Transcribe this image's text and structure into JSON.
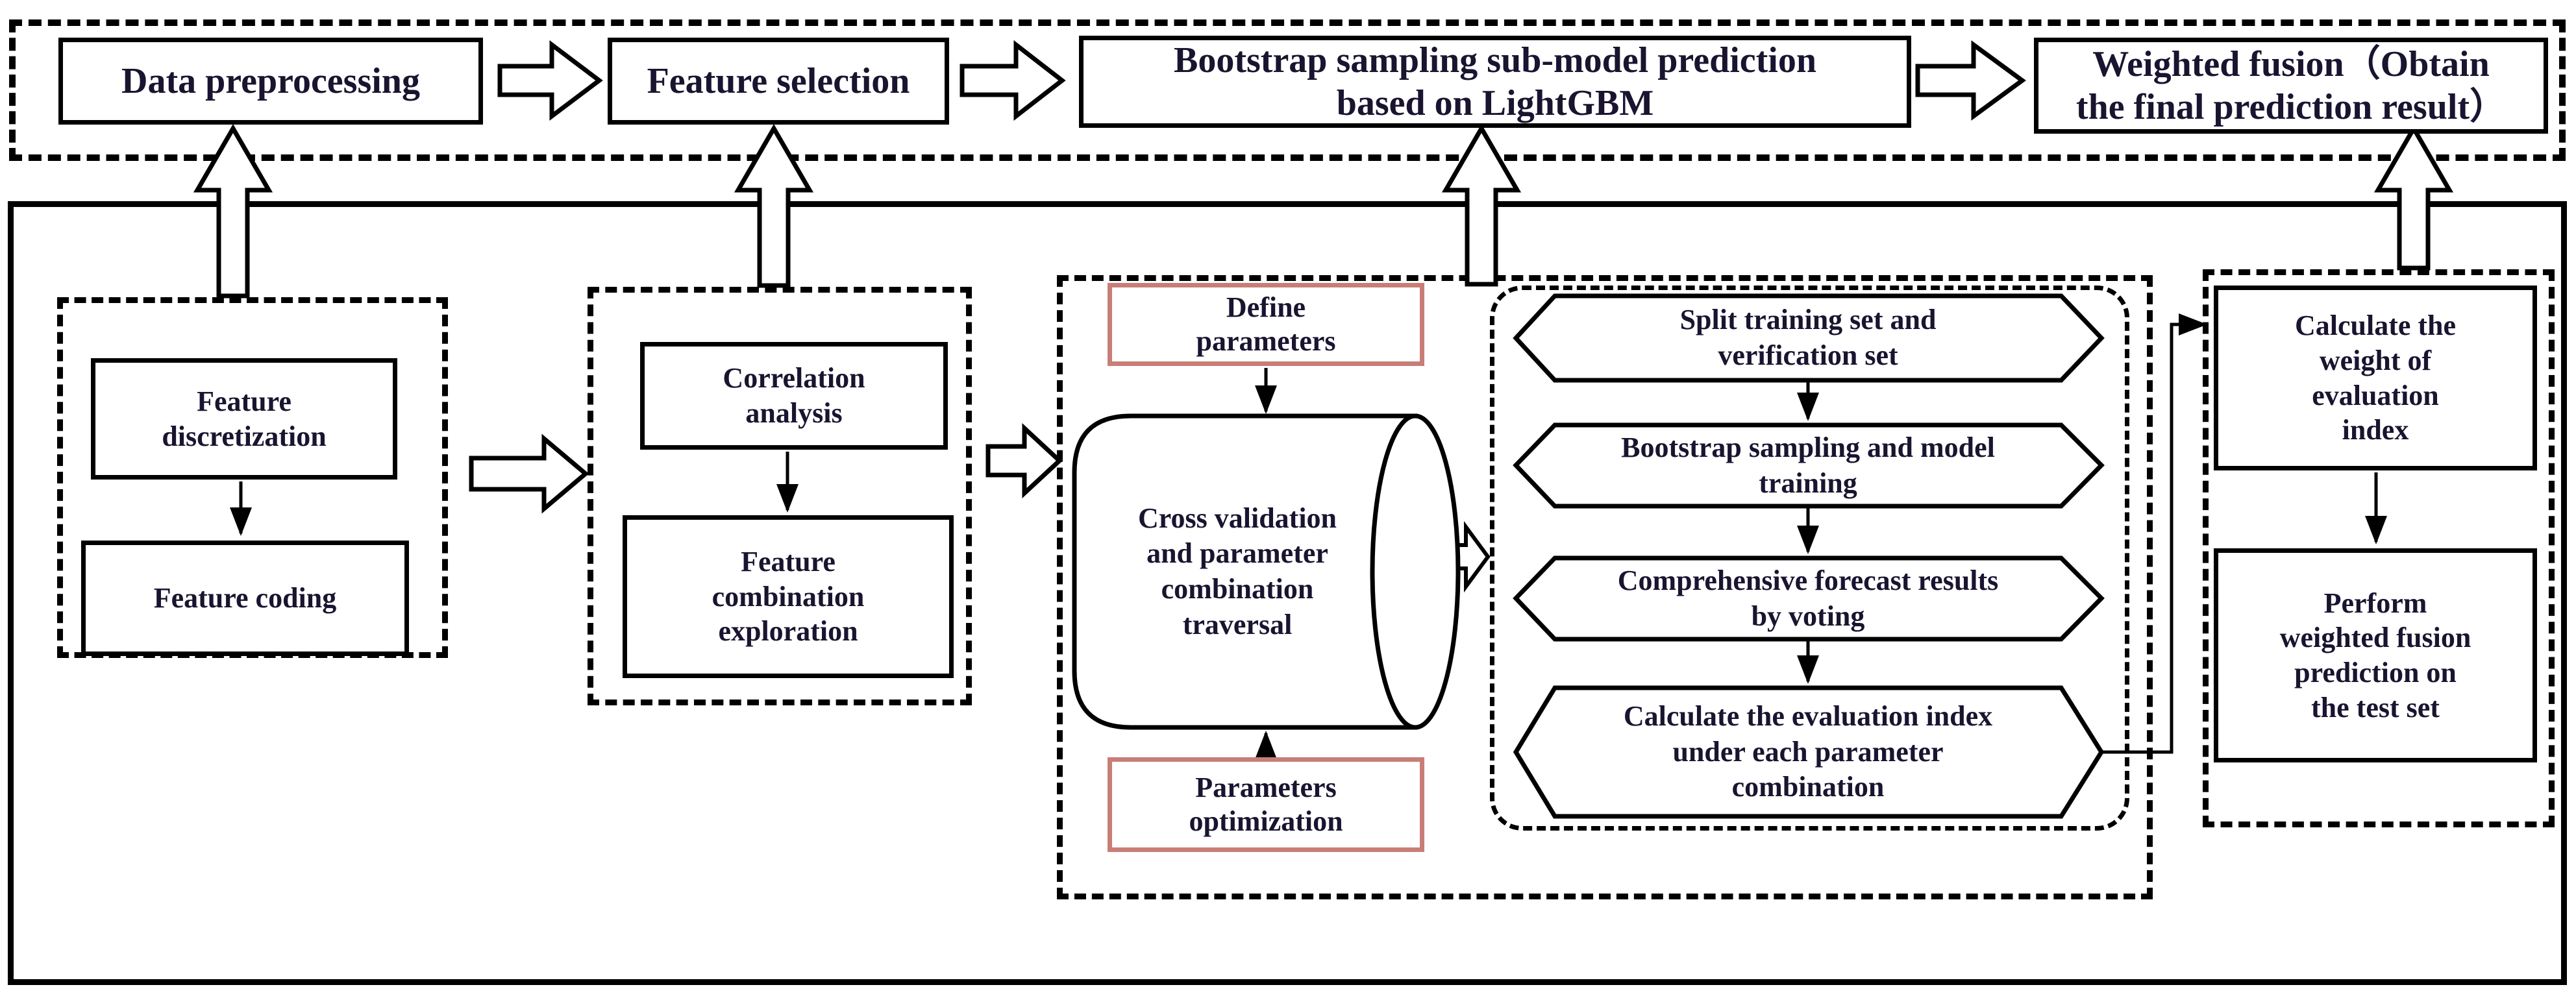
{
  "colors": {
    "ink": "#1a1430",
    "line": "#000000",
    "red_accent": "#c87e76",
    "background": "#ffffff"
  },
  "top_row": {
    "boxes": [
      {
        "label": "Data preprocessing"
      },
      {
        "label": "Feature selection"
      },
      {
        "label": "Bootstrap sampling sub-model prediction\nbased on LightGBM"
      },
      {
        "label": "Weighted fusion（Obtain\nthe final prediction result）"
      }
    ]
  },
  "stage_feature_engineering": {
    "box1": "Feature\ndiscretization",
    "box2": "Feature coding"
  },
  "stage_feature_selection": {
    "box1": "Correlation\nanalysis",
    "box2": "Feature\ncombination\nexploration"
  },
  "stage_parameter_search": {
    "define_box": "Define\nparameters",
    "cylinder": "Cross validation\nand parameter\ncombination\ntraversal",
    "optimize_box": "Parameters\noptimization"
  },
  "stage_submodel": {
    "hexagons": [
      {
        "label": "Split training set and\nverification set"
      },
      {
        "label": "Bootstrap sampling and model\ntraining"
      },
      {
        "label": "Comprehensive forecast results\nby voting"
      },
      {
        "label": "Calculate the evaluation index\nunder each parameter\ncombination"
      }
    ]
  },
  "stage_fusion": {
    "box1": "Calculate the\nweight of\nevaluation\nindex",
    "box2": "Perform\nweighted fusion\nprediction on\nthe test set"
  }
}
